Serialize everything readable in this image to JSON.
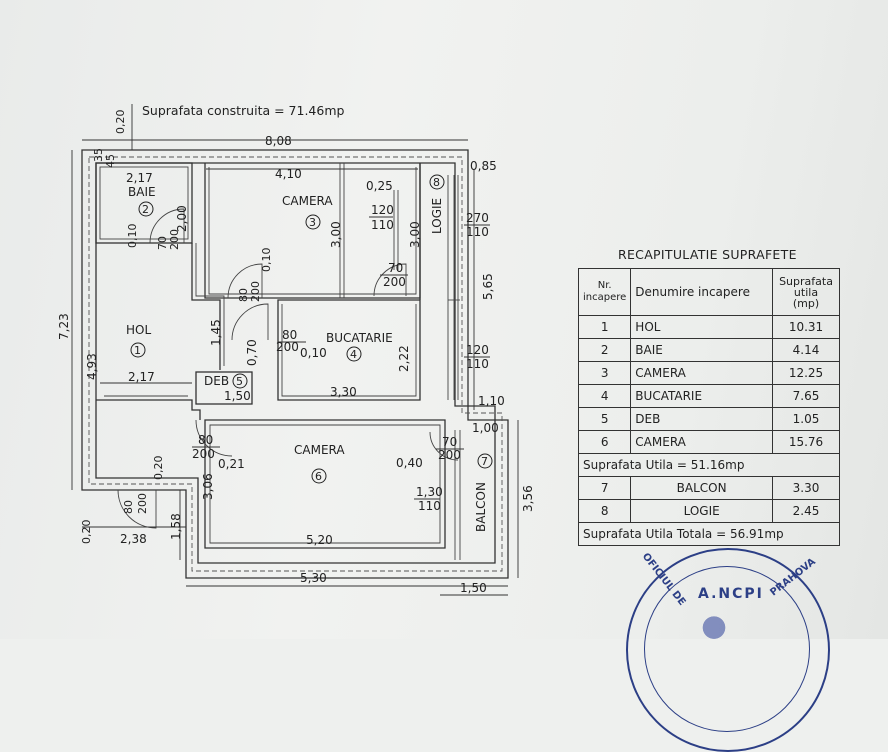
{
  "plan": {
    "title": "Suprafata construita  =  71.46mp",
    "rooms": {
      "baie": {
        "name": "BAIE",
        "num": "2"
      },
      "camera3": {
        "name": "CAMERA",
        "num": "3"
      },
      "logie": {
        "name": "LOGIE",
        "num": "8"
      },
      "hol": {
        "name": "HOL",
        "num": "1"
      },
      "bucatarie": {
        "name": "BUCATARIE",
        "num": "4"
      },
      "deb": {
        "name": "DEB",
        "num": "5"
      },
      "camera6": {
        "name": "CAMERA",
        "num": "6"
      },
      "balcon": {
        "name": "BALCON",
        "num": "7"
      }
    },
    "dimensions": {
      "d_020_top": "0,20",
      "d_808": "8,08",
      "d_085": "0,85",
      "d_035": "35",
      "d_045": "45",
      "d_217_top": "2,17",
      "d_200_baie": "2,00",
      "d_410": "4,10",
      "d_025": "0,25",
      "d_120_110_a": "120",
      "d_120_110_b": "110",
      "d_300_a": "3,00",
      "d_300_b": "3,00",
      "d_270": "270",
      "d_110_r": "110",
      "d_010_baie": "0,10",
      "d_70_200_a": "70",
      "d_70_200_b": "200",
      "d_010_cam": "0,10",
      "d_70_200_c": "70",
      "d_70_200_d": "200",
      "d_565": "5,65",
      "d_723": "7,23",
      "d_80_200_a": "80",
      "d_80_200_b": "200",
      "d_145": "1,45",
      "d_80_200_c": "80",
      "d_80_200_d": "200",
      "d_010_buc": "0,10",
      "d_070": "0,70",
      "d_222": "2,22",
      "d_120_r": "120",
      "d_110_r2": "110",
      "d_493": "4,93",
      "d_217_hol": "2,17",
      "d_150_deb": "1,50",
      "d_330": "3,30",
      "d_110_bal": "1,10",
      "d_100": "1,00",
      "d_80_200_e": "80",
      "d_80_200_f": "200",
      "d_021": "0,21",
      "d_70_200_e": "70",
      "d_70_200_f": "200",
      "d_040": "0,40",
      "d_020_hol": "0,20",
      "d_306": "3,06",
      "d_130": "1,30",
      "d_110_c6": "110",
      "d_356": "3,56",
      "d_80_200_g": "80",
      "d_80_200_h": "200",
      "d_020_bot": "0,20",
      "d_238": "2,38",
      "d_158": "1,58",
      "d_520": "5,20",
      "d_530": "5,30",
      "d_150_bot": "1,50"
    }
  },
  "recap": {
    "title": "RECAPITULATIE  SUPRAFETE",
    "headers": {
      "nr_top": "Nr.",
      "nr_bottom": "incapere",
      "den": "Denumire incapere",
      "sup_top": "Suprafata",
      "sup_mid": "utila",
      "sup_bottom": "(mp)"
    },
    "rows": [
      {
        "nr": "1",
        "den": "HOL",
        "val": "10.31"
      },
      {
        "nr": "2",
        "den": "BAIE",
        "val": "4.14"
      },
      {
        "nr": "3",
        "den": "CAMERA",
        "val": "12.25"
      },
      {
        "nr": "4",
        "den": "BUCATARIE",
        "val": "7.65"
      },
      {
        "nr": "5",
        "den": "DEB",
        "val": "1.05"
      },
      {
        "nr": "6",
        "den": "CAMERA",
        "val": "15.76"
      }
    ],
    "utila": "Suprafata Utila  =  51.16mp",
    "rows2": [
      {
        "nr": "7",
        "den": "BALCON",
        "val": "3.30"
      },
      {
        "nr": "8",
        "den": "LOGIE",
        "val": "2.45"
      }
    ],
    "total": "Suprafata Utila Totala  =  56.91mp"
  },
  "stamp": {
    "center": "A.NCPI",
    "right": "PRAHOVA",
    "left": "OFICIUL DE"
  },
  "colors": {
    "ink": "#222222",
    "stamp": "#2c3f86",
    "paper": "#eef0ee"
  }
}
